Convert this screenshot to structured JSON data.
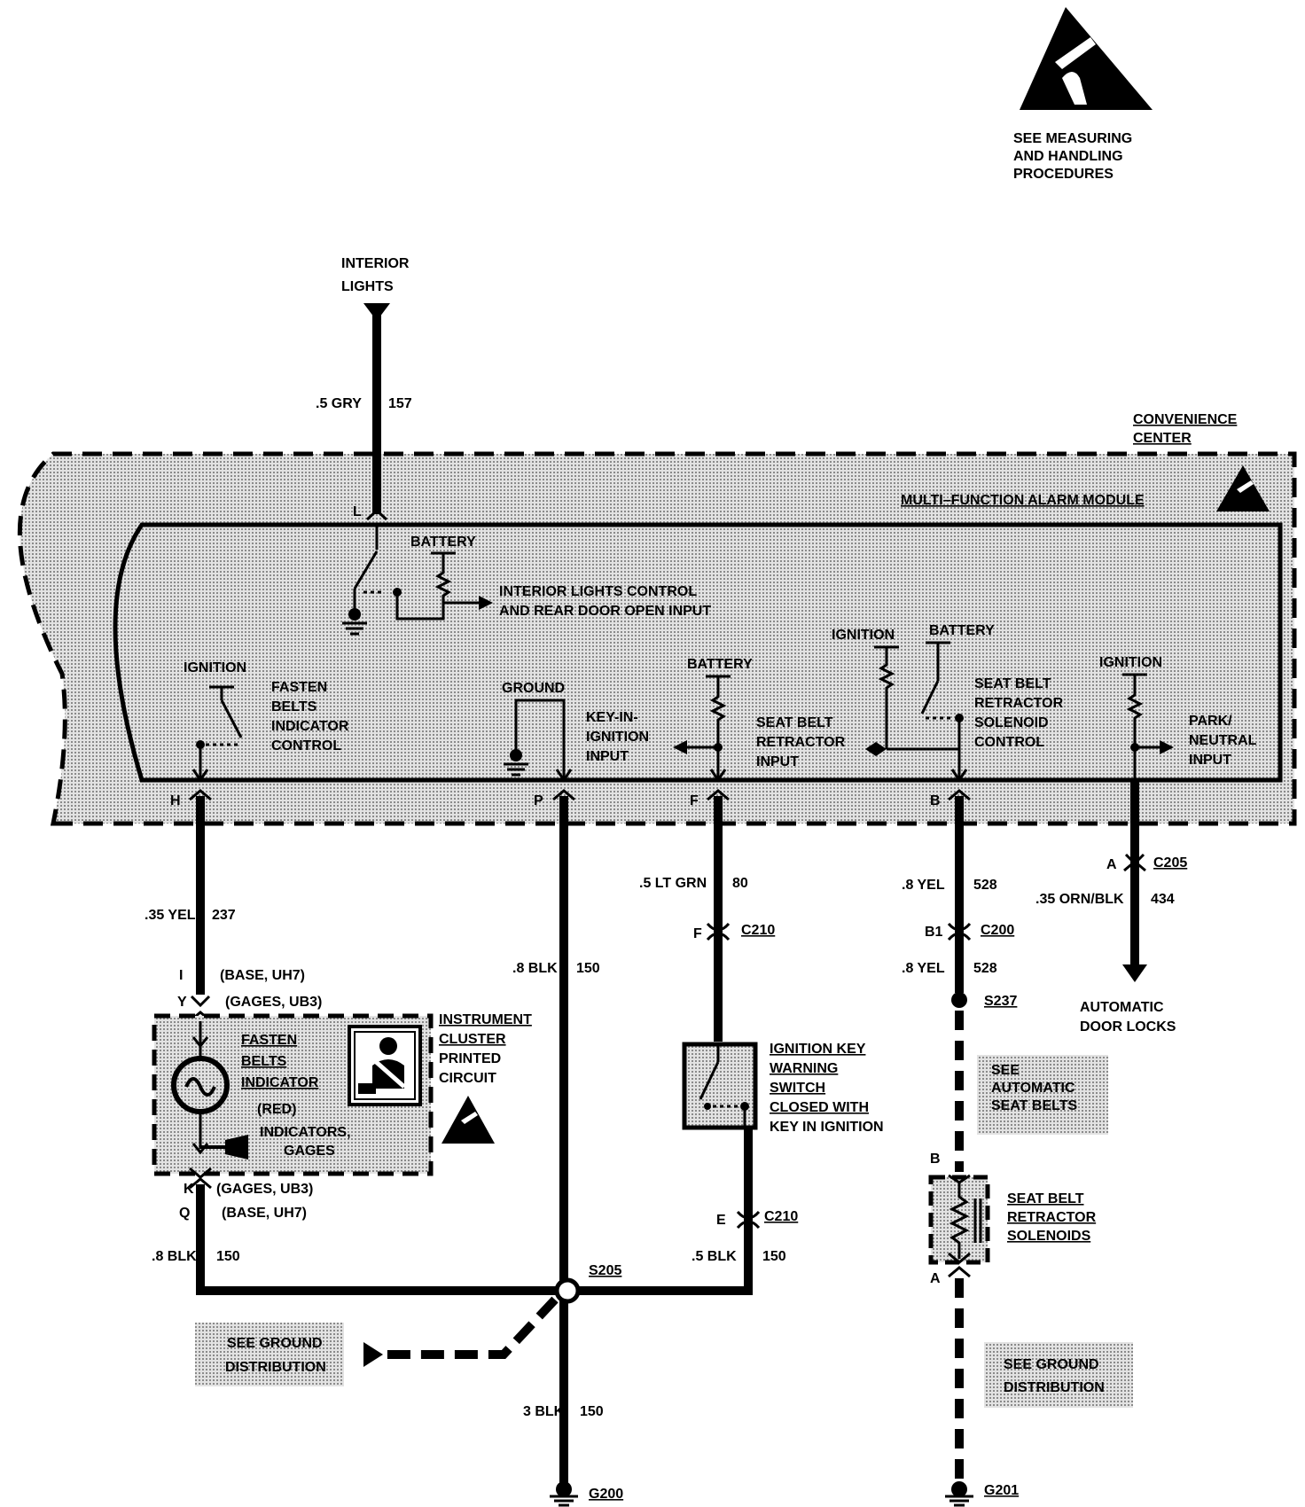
{
  "esd_notice": {
    "lines": [
      "SEE MEASURING",
      "AND HANDLING",
      "PROCEDURES"
    ]
  },
  "interior_lights": {
    "line1": "INTERIOR",
    "line2": "LIGHTS"
  },
  "convenience_center": {
    "line1": "CONVENIENCE",
    "line2": "CENTER"
  },
  "module": {
    "title": "MULTI–FUNCTION ALARM MODULE",
    "battery_top": "BATTERY",
    "interior_control": {
      "line1": "INTERIOR LIGHTS CONTROL",
      "line2": "AND REAR DOOR OPEN INPUT"
    },
    "ignition_left": "IGNITION",
    "fasten_belts": {
      "line1": "FASTEN",
      "line2": "BELTS",
      "line3": "INDICATOR",
      "line4": "CONTROL"
    },
    "ground": "GROUND",
    "key_in": {
      "line1": "KEY-IN-",
      "line2": "IGNITION",
      "line3": "INPUT"
    },
    "battery_mid": "BATTERY",
    "retractor_input": {
      "line1": "SEAT BELT",
      "line2": "RETRACTOR",
      "line3": "INPUT"
    },
    "ignition_mid": "IGNITION",
    "battery_right": "BATTERY",
    "solenoid_control": {
      "line1": "SEAT BELT",
      "line2": "RETRACTOR",
      "line3": "SOLENOID",
      "line4": "CONTROL"
    },
    "ignition_right": "IGNITION",
    "park_neutral": {
      "line1": "PARK/",
      "line2": "NEUTRAL",
      "line3": "INPUT"
    }
  },
  "pins": {
    "L": "L",
    "H": "H",
    "P": "P",
    "F": "F",
    "B": "B"
  },
  "wires": {
    "gry": {
      "label": ".5 GRY",
      "circuit": "157"
    },
    "yel237": {
      "label": ".35 YEL",
      "circuit": "237"
    },
    "blk150_p": {
      "label": ".8 BLK",
      "circuit": "150"
    },
    "ltgrn": {
      "label": ".5 LT GRN",
      "circuit": "80"
    },
    "yel528a": {
      "label": ".8 YEL",
      "circuit": "528"
    },
    "yel528b": {
      "label": ".8 YEL",
      "circuit": "528"
    },
    "orn": {
      "label": ".35 ORN/BLK",
      "circuit": "434"
    },
    "blk150_q": {
      "label": ".8 BLK",
      "circuit": "150"
    },
    "blk150_e": {
      "label": ".5 BLK",
      "circuit": "150"
    },
    "blk150_main": {
      "label": "3 BLK",
      "circuit": "150"
    }
  },
  "connectors": {
    "c205": {
      "pin": "A",
      "name": "C205"
    },
    "c210_f": {
      "pin": "F",
      "name": "C210"
    },
    "c200": {
      "pin": "B1",
      "name": "C200"
    },
    "c210_e": {
      "pin": "E",
      "name": "C210"
    }
  },
  "splices": {
    "s237": "S237",
    "s205": "S205"
  },
  "grounds": {
    "g200": "G200",
    "g201": "G201"
  },
  "auto_door_locks": {
    "line1": "AUTOMATIC",
    "line2": "DOOR LOCKS"
  },
  "cluster": {
    "pin_i": "I",
    "pin_i_note": "(BASE, UH7)",
    "pin_y": "Y",
    "pin_y_note": "(GAGES, UB3)",
    "pin_k": "K",
    "pin_k_note": "(GAGES, UB3)",
    "pin_q": "Q",
    "pin_q_note": "(BASE, UH7)",
    "indicator": {
      "line1": "FASTEN",
      "line2": "BELTS",
      "line3": "INDICATOR",
      "line4": "(RED)"
    },
    "indicators_gages": {
      "line1": "INDICATORS,",
      "line2": "GAGES"
    },
    "title": {
      "line1": "INSTRUMENT",
      "line2": "CLUSTER",
      "line3": "PRINTED",
      "line4": "CIRCUIT"
    }
  },
  "ignition_switch": {
    "line1": "IGNITION  KEY",
    "line2": "WARNING",
    "line3": "SWITCH",
    "line4": "CLOSED WITH",
    "line5": "KEY IN IGNITION"
  },
  "see_auto_belts": {
    "line1": "SEE",
    "line2": "AUTOMATIC",
    "line3": "SEAT BELTS"
  },
  "solenoids": {
    "pin_b": "B",
    "pin_a": "A",
    "line1": "SEAT BELT",
    "line2": "RETRACTOR",
    "line3": "SOLENOIDS"
  },
  "see_ground_left": {
    "line1": "SEE GROUND",
    "line2": "DISTRIBUTION"
  },
  "see_ground_right": {
    "line1": "SEE GROUND",
    "line2": "DISTRIBUTION"
  }
}
